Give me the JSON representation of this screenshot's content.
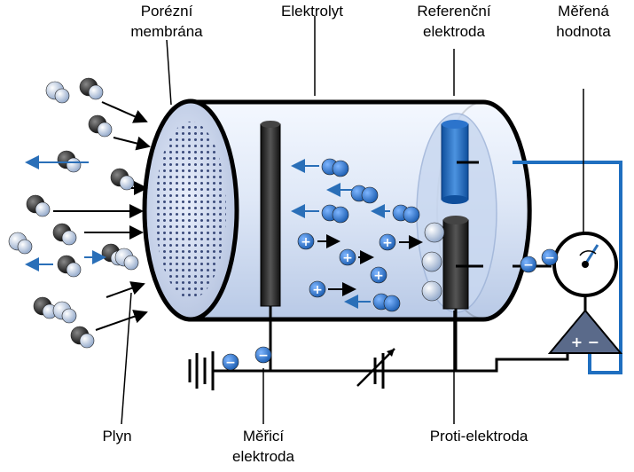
{
  "labels": {
    "porous_membrane": [
      "Porézní",
      "membrána"
    ],
    "electrolyte": "Elektrolyt",
    "reference_electrode": [
      "Referenční",
      "elektroda"
    ],
    "measured_value": [
      "Měřená",
      "hodnota"
    ],
    "gas": "Plyn",
    "measuring_electrode": [
      "Měřicí",
      "elektroda"
    ],
    "counter_electrode": "Proti-elektroda"
  },
  "symbols": {
    "positive_ion": "+",
    "negative_ion": "−",
    "amplifier_signs": "+ −"
  },
  "colors": {
    "accent_blue": "#2a6fb8",
    "wire_blue": "#1f6fc0",
    "cell_body": "#dfe8f7",
    "dark_molecule": "#1a1a1a",
    "light_molecule": "#c8d6ea"
  }
}
